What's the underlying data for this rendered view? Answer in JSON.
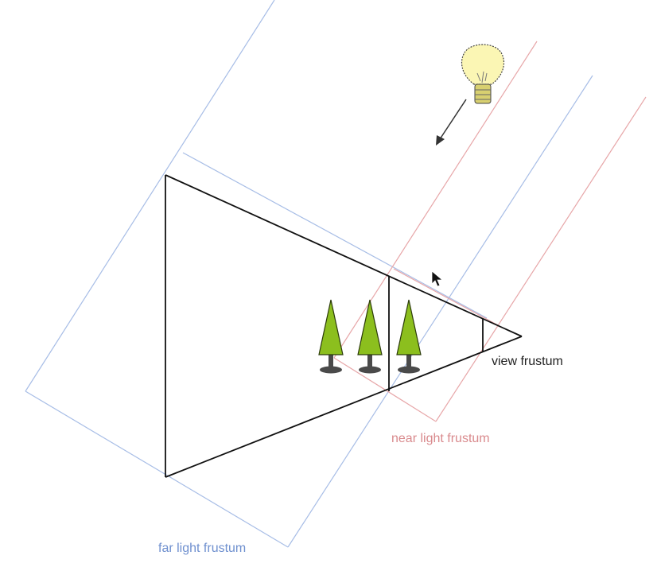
{
  "diagram": {
    "labels": {
      "view_frustum": "view frustum",
      "near_light_frustum": "near light frustum",
      "far_light_frustum": "far light frustum"
    },
    "colors": {
      "background": "#ffffff",
      "view_frustum_line": "#111111",
      "near_light_line": "#e7a6a8",
      "far_light_line": "#a7bde6",
      "near_label": "#d98a8d",
      "far_label": "#6f90cf",
      "view_label": "#222222",
      "tree_foliage": "#8cbf1e",
      "tree_outline": "#2b3a0a",
      "tree_trunk": "#4a4a4a",
      "bulb_glass": "#fbf6b4",
      "bulb_base": "#d8d070"
    },
    "icons": {
      "light": "light-bulb-icon",
      "direction": "arrow-icon",
      "cursor": "mouse-pointer-icon",
      "tree": "tree-icon"
    }
  }
}
